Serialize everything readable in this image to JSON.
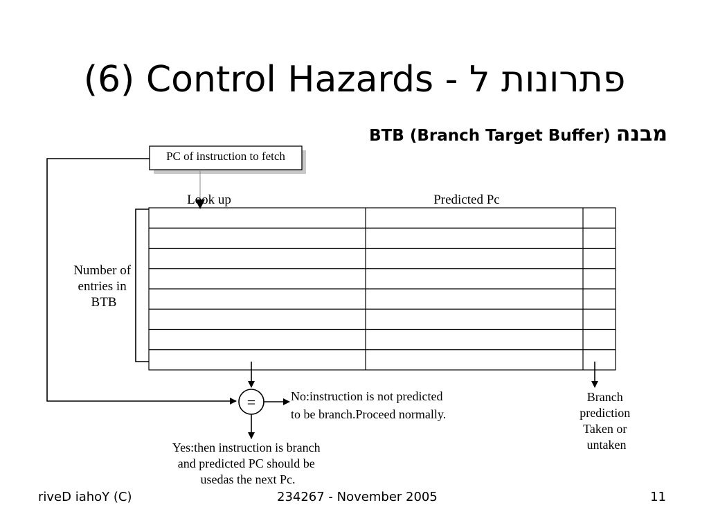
{
  "slide": {
    "title": "(6) Control Hazards - פתרונות ל",
    "subtitle": {
      "latin": "BTB (Branch Target Buffer)",
      "hebrew": "מבנה"
    }
  },
  "diagram": {
    "pc_box_label": "PC of instruction to fetch",
    "lookup_label": "Look up",
    "predicted_pc_label": "Predicted Pc",
    "entries_label": [
      "Number of",
      "entries in",
      "BTB"
    ],
    "compare_symbol": "=",
    "no_label": [
      "No:instruction is not predicted",
      "to be branch.Proceed normally."
    ],
    "yes_label": [
      "Yes:then instruction is branch",
      "and predicted PC should be",
      "usedas the next Pc."
    ],
    "branch_prediction_label": [
      "Branch",
      "prediction",
      "Taken or",
      "untaken"
    ],
    "table_rows": 8
  },
  "footer": {
    "left": "riveD iahoY  (C)",
    "center": "234267 - November 2005",
    "page_number": "11"
  }
}
